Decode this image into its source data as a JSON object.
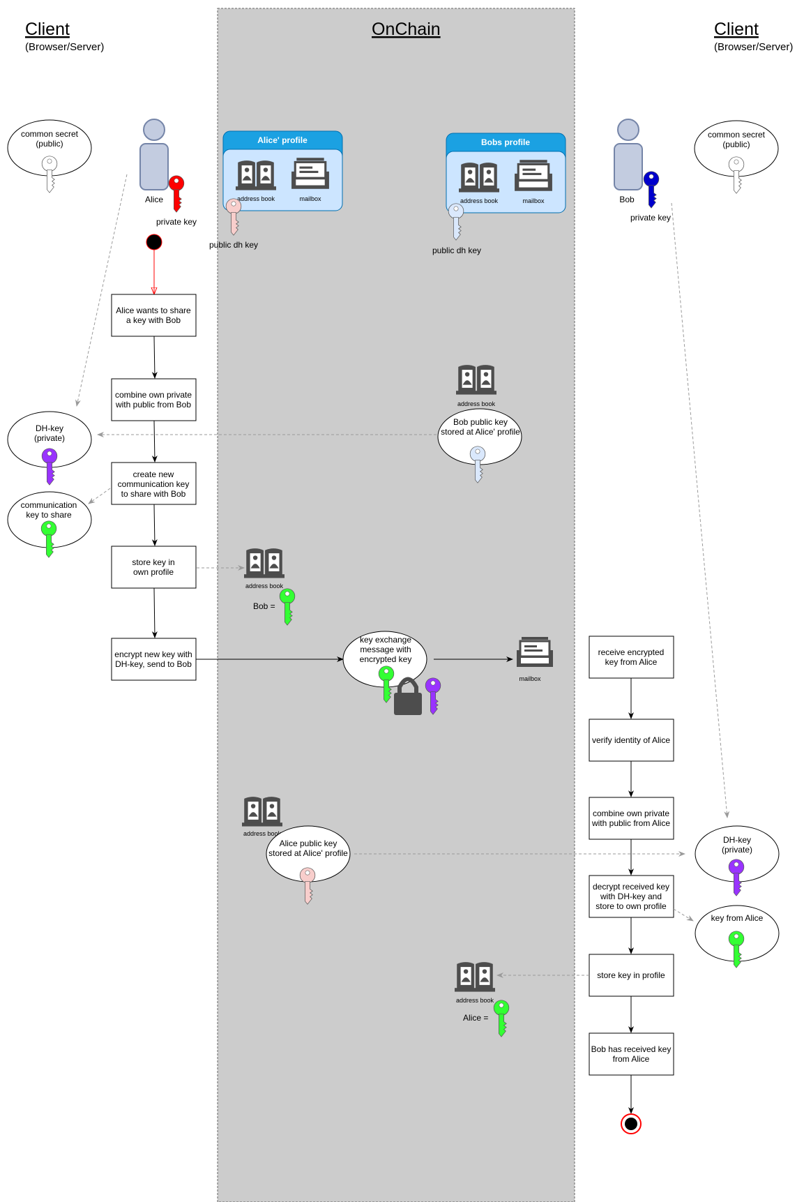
{
  "lanes": {
    "left_title": "Client",
    "left_sub": "(Browser/Server)",
    "center_title": "OnChain",
    "right_title": "Client",
    "right_sub": "(Browser/Server)"
  },
  "actors": {
    "alice": "Alice",
    "bob": "Bob",
    "alice_private_key": "private key",
    "bob_private_key": "private key"
  },
  "secrets": {
    "left_common_1": "common secret",
    "left_common_2": "(public)",
    "right_common_1": "common secret",
    "right_common_2": "(public)",
    "left_dh_1": "DH-key",
    "left_dh_2": "(private)",
    "left_comm_1": "communication",
    "left_comm_2": "key to share",
    "right_dh_1": "DH-key",
    "right_dh_2": "(private)",
    "right_keyfrom": "key from Alice"
  },
  "profiles": {
    "alice_header": "Alice' profile",
    "bob_header": "Bobs profile",
    "address_book": "address book",
    "mailbox": "mailbox",
    "alice_public_dh": "public dh key",
    "bob_public_dh": "public dh key"
  },
  "alice_steps": [
    [
      "Alice wants to share",
      "a key with Bob"
    ],
    [
      "combine own private",
      "with public from Bob"
    ],
    [
      "create new",
      "communication key",
      "to share with Bob"
    ],
    [
      "store key in",
      "own profile"
    ],
    [
      "encrypt new key with",
      "DH-key, send to Bob"
    ]
  ],
  "bob_steps": [
    [
      "receive encrypted",
      "key from Alice"
    ],
    [
      "verify identity of Alice"
    ],
    [
      "combine own private",
      "with public from Alice"
    ],
    [
      "decrypt received key",
      "with DH-key and",
      "store to own profile"
    ],
    [
      "store key in profile"
    ],
    [
      "Bob has received key",
      "from Alice"
    ]
  ],
  "onchain": {
    "address_book": "address book",
    "mailbox": "mailbox",
    "bob_pub_1": "Bob public key",
    "bob_pub_2": "stored at Alice' profile",
    "alice_pub_1": "Alice public key",
    "alice_pub_2": "stored at Alice' profile",
    "bob_eq": "Bob =",
    "alice_eq": "Alice =",
    "kx_1": "key exchange",
    "kx_2": "message with",
    "kx_3": "encrypted key"
  },
  "colors": {
    "lane_bg": "#cccccc",
    "profile_header": "#1ba1e2",
    "profile_body": "#cce5ff",
    "key_red": "#ff0000",
    "key_blue": "#0000cc",
    "key_purple": "#9933ff",
    "key_green": "#33ff33",
    "key_pink": "#f8cecc",
    "key_lightblue": "#dae8fc"
  }
}
